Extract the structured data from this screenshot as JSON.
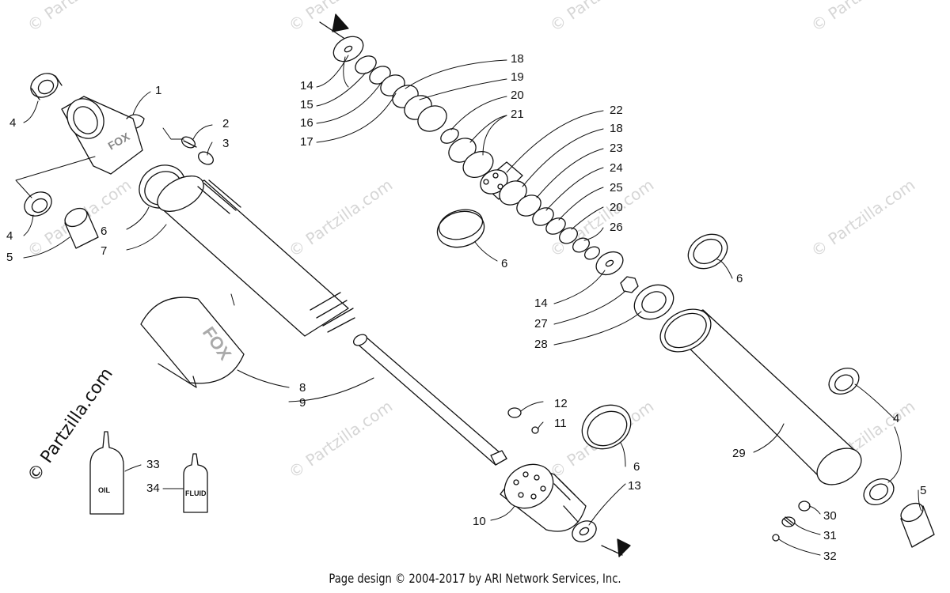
{
  "footer": "Page design © 2004-2017 by ARI Network Services, Inc.",
  "watermark_brand": "© Partzilla.com",
  "watermark_text": "© Partzilla.com",
  "bottle_labels": {
    "oil": "OIL",
    "fluid": "FLUID"
  },
  "callouts": {
    "c1": "1",
    "c2": "2",
    "c3": "3",
    "c4a": "4",
    "c4b": "4",
    "c4c": "4",
    "c5a": "5",
    "c5b": "5",
    "c6a": "6",
    "c6b": "6",
    "c6c": "6",
    "c6d": "6",
    "c7": "7",
    "c8": "8",
    "c9": "9",
    "c10": "10",
    "c11": "11",
    "c12": "12",
    "c13": "13",
    "c14a": "14",
    "c14b": "14",
    "c15": "15",
    "c16": "16",
    "c17": "17",
    "c18a": "18",
    "c18b": "18",
    "c19": "19",
    "c20a": "20",
    "c20b": "20",
    "c21": "21",
    "c22": "22",
    "c23": "23",
    "c24": "24",
    "c25": "25",
    "c26": "26",
    "c27": "27",
    "c28": "28",
    "c29": "29",
    "c30": "30",
    "c31": "31",
    "c32": "32",
    "c33": "33",
    "c34": "34"
  }
}
